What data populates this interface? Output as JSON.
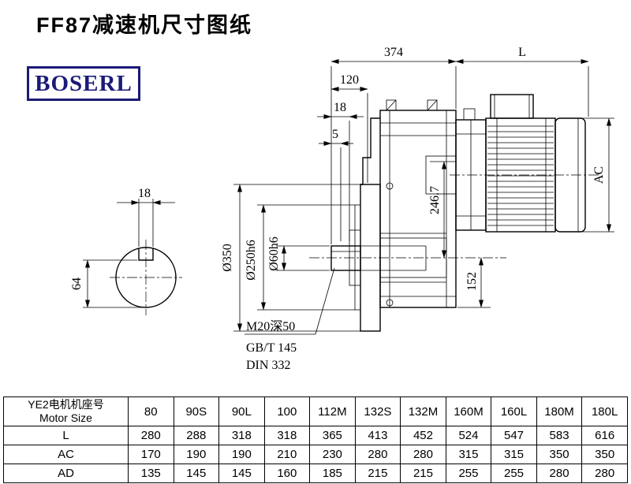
{
  "title": "FF87减速机尺寸图纸",
  "logo": "BOSERL",
  "drawing": {
    "dims": {
      "overall_374": "374",
      "motor_L": "L",
      "d120": "120",
      "d18": "18",
      "d5": "5",
      "AC": "AC",
      "d246_7": "246.7",
      "d152": "152",
      "dia350": "Ø350",
      "dia250": "Ø250h6",
      "dia60": "Ø60h6",
      "key_w": "18",
      "key_h": "64"
    },
    "notes": {
      "thread": "M20深50",
      "std1": "GB/T 145",
      "std2": "DIN 332"
    }
  },
  "table": {
    "header_cn": "YE2电机机座号",
    "header_en": "Motor Size",
    "columns": [
      "80",
      "90S",
      "90L",
      "100",
      "112M",
      "132S",
      "132M",
      "160M",
      "160L",
      "180M",
      "180L"
    ],
    "rows": [
      {
        "label": "L",
        "values": [
          "280",
          "288",
          "318",
          "318",
          "365",
          "413",
          "452",
          "524",
          "547",
          "583",
          "616"
        ]
      },
      {
        "label": "AC",
        "values": [
          "170",
          "190",
          "190",
          "210",
          "230",
          "280",
          "280",
          "315",
          "315",
          "350",
          "350"
        ]
      },
      {
        "label": "AD",
        "values": [
          "135",
          "145",
          "145",
          "160",
          "185",
          "215",
          "215",
          "255",
          "255",
          "280",
          "280"
        ]
      }
    ]
  }
}
